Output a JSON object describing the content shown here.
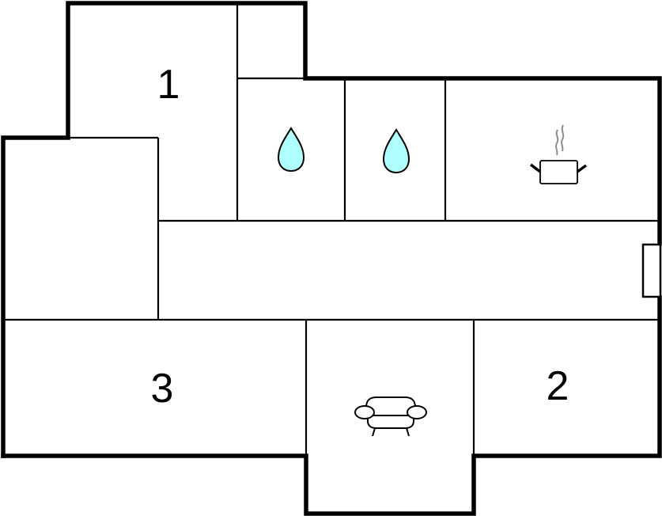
{
  "floorplan": {
    "rooms": [
      {
        "id": "bedroom-1",
        "label": "1"
      },
      {
        "id": "bedroom-2",
        "label": "2"
      },
      {
        "id": "bedroom-3",
        "label": "3"
      }
    ],
    "icons": [
      {
        "name": "bathroom-1",
        "icon": "water-drop-icon",
        "color": "#b0ffff"
      },
      {
        "name": "bathroom-2",
        "icon": "water-drop-icon",
        "color": "#b0ffff"
      },
      {
        "name": "kitchen",
        "icon": "cooking-pot-icon",
        "steam_color": "#8c8c8c"
      },
      {
        "name": "living-room",
        "icon": "sofa-icon"
      },
      {
        "name": "entrance",
        "icon": "door-icon"
      }
    ],
    "colors": {
      "wall": "#000000",
      "background": "#ffffff",
      "water": "#b0ffff"
    }
  }
}
